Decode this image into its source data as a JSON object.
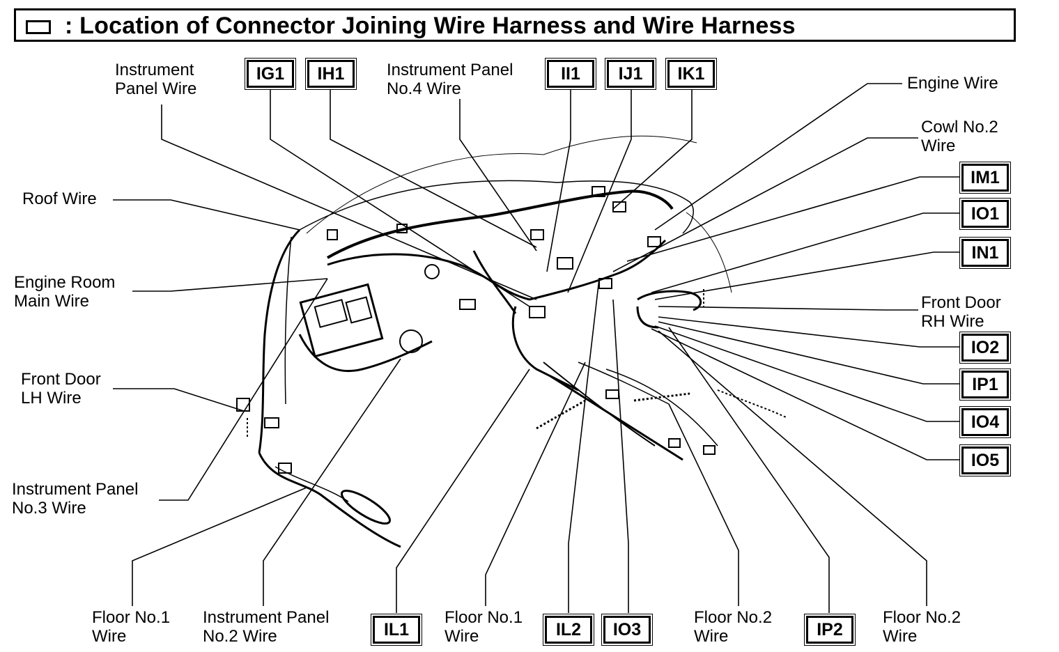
{
  "title": ": Location of Connector Joining Wire Harness and Wire Harness",
  "labels": {
    "instrument_panel_wire": "Instrument\nPanel Wire",
    "instrument_panel_no4_wire": "Instrument Panel\nNo.4 Wire",
    "engine_wire": "Engine Wire",
    "cowl_no2_wire": "Cowl No.2\nWire",
    "roof_wire": "Roof Wire",
    "engine_room_main_wire": "Engine Room\nMain Wire",
    "front_door_rh_wire": "Front Door\nRH Wire",
    "front_door_lh_wire": "Front Door\nLH Wire",
    "instrument_panel_no3_wire": "Instrument Panel\nNo.3 Wire",
    "floor_no1_wire_a": "Floor No.1\nWire",
    "instrument_panel_no2_wire": "Instrument Panel\nNo.2 Wire",
    "floor_no1_wire_b": "Floor No.1\nWire",
    "floor_no2_wire_a": "Floor No.2\nWire",
    "floor_no2_wire_b": "Floor No.2\nWire"
  },
  "codes": {
    "IG1": "IG1",
    "IH1": "IH1",
    "II1": "II1",
    "IJ1": "IJ1",
    "IK1": "IK1",
    "IM1": "IM1",
    "IO1": "IO1",
    "IN1": "IN1",
    "IO2": "IO2",
    "IP1": "IP1",
    "IO4": "IO4",
    "IO5": "IO5",
    "IL1": "IL1",
    "IL2": "IL2",
    "IO3": "IO3",
    "IP2": "IP2"
  }
}
